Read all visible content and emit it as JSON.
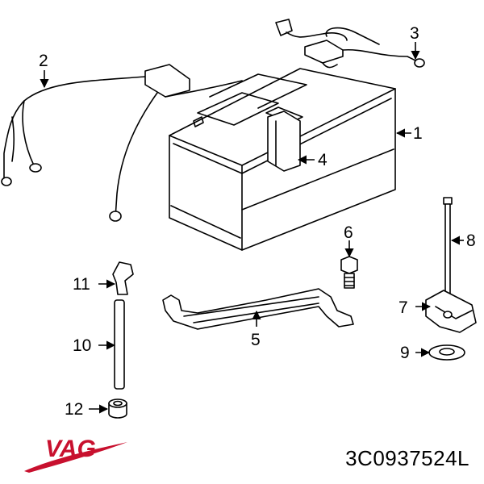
{
  "callouts": [
    "1",
    "2",
    "3",
    "4",
    "5",
    "6",
    "7",
    "8",
    "9",
    "10",
    "11",
    "12"
  ],
  "brand": {
    "logo_text": "VAG",
    "logo_color": "#c8102e"
  },
  "part_number": "3C0937524L"
}
